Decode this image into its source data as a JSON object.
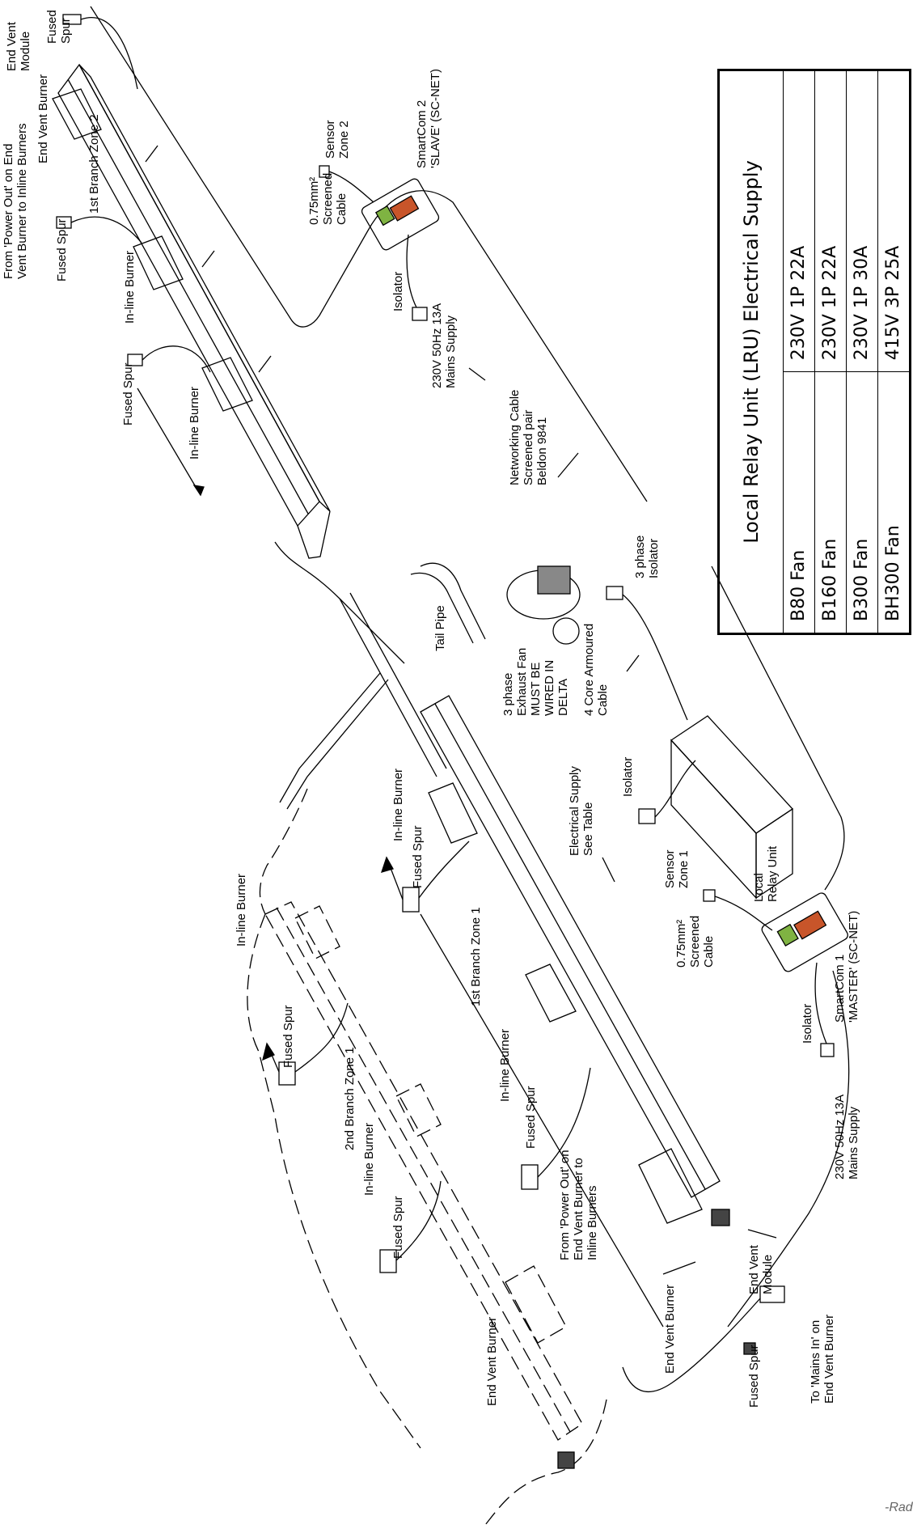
{
  "labels": {
    "end_vent_module_top": "End Vent\nModule",
    "fused_spur_top": "Fused\nSpur",
    "end_vent_burner_top": "End Vent Burner",
    "from_power_out_top": "From 'Power Out' on End\nVent Burner to Inline Burners",
    "branch_zone2": "1st Branch Zone 2",
    "fused_spur_2": "Fused Spur",
    "inline_burner_a": "In-line Burner",
    "fused_spur_3": "Fused Spur",
    "inline_burner_b": "In-line Burner",
    "sensor_zone2": "Sensor\nZone 2",
    "screened_cable_2": "0.75mm²\nScreened\nCable",
    "smartcom2": "SmartCom 2\n'SLAVE' (SC-NET)",
    "isolator_2": "Isolator",
    "mains_supply_2": "230V 50Hz 13A\nMains Supply",
    "networking_cable": "Networking Cable\nScreened pair\nBeldon 9841",
    "tail_pipe": "Tail Pipe",
    "exhaust_fan": "3 phase\nExhaust Fan\nMUST BE\nWIRED IN\nDELTA",
    "armoured_cable": "4 Core Armoured\nCable",
    "three_phase_isolator": "3 phase\nIsolator",
    "isolator_lru": "Isolator",
    "electrical_supply": "Electrical Supply\nSee Table",
    "local_relay_unit": "Local\nRelay Unit",
    "inline_burner_c": "In-line Burner",
    "fused_spur_4": "Fused Spur",
    "branch_zone1": "1st Branch Zone 1",
    "sensor_zone1": "Sensor\nZone 1",
    "screened_cable_1": "0.75mm²\nScreened\nCable",
    "smartcom1": "SmartCom 1\n'MASTER' (SC-NET)",
    "isolator_1": "Isolator",
    "mains_supply_1": "230V 50Hz 13A\nMains Supply",
    "inline_burner_d": "In-line Burner",
    "fused_spur_5": "Fused Spur",
    "from_power_out_mid": "From 'Power Out' on\nEnd Vent Burner to\nInline Burners",
    "end_vent_burner_mid": "End Vent Burner",
    "end_vent_module_mid": "End Vent\nModule",
    "to_mains_in": "To 'Mains In' on\nEnd Vent Burner",
    "fused_spur_6": "Fused Spur",
    "inline_burner_e": "In-line Burner",
    "fused_spur_7": "Fused Spur",
    "branch2_zone1": "2nd Branch Zone 1",
    "inline_burner_f": "In-line Burner",
    "fused_spur_8": "Fused Spur",
    "end_vent_burner_low": "End Vent Burner"
  },
  "table": {
    "title": "Local Relay Unit (LRU) Electrical Supply",
    "rows": [
      {
        "fan": "B80 Fan",
        "supply": "230V 1P 22A"
      },
      {
        "fan": "B160 Fan",
        "supply": "230V 1P 22A"
      },
      {
        "fan": "B300 Fan",
        "supply": "230V 1P 30A"
      },
      {
        "fan": "BH300 Fan",
        "supply": "415V 3P 25A"
      }
    ]
  },
  "footer": "-Rad"
}
